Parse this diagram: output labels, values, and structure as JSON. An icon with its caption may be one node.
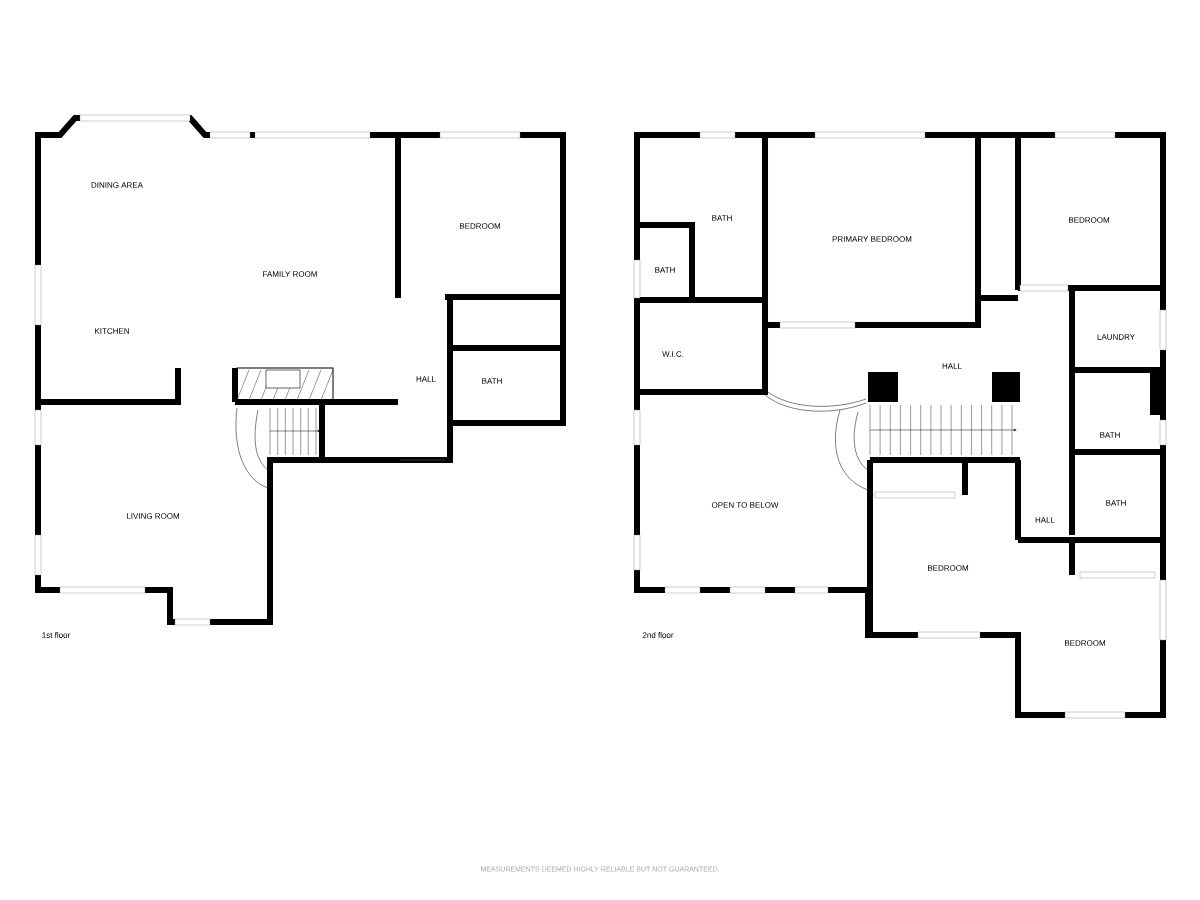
{
  "diagram": {
    "labels": [
      "DINING AREA",
      "BEDROOM",
      "FAMILY ROOM",
      "KITCHEN",
      "HALL",
      "BATH",
      "LIVING ROOM",
      "1st floor",
      "BATH",
      "BEDROOM",
      "PRIMARY BEDROOM",
      "BATH",
      "LAUNDRY",
      "W.I.C.",
      "HALL",
      "BATH",
      "BATH",
      "OPEN TO BELOW",
      "HALL",
      "BEDROOM",
      "BEDROOM",
      "2nd floor",
      "MEASUREMENTS DEEMED HIGHLY RELIABLE BUT NOT GUARANTEED."
    ]
  }
}
